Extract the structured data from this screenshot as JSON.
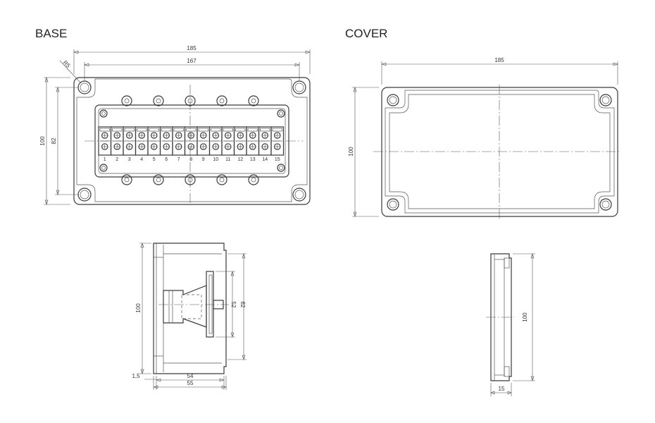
{
  "views": {
    "base": {
      "title": "BASE",
      "dims": {
        "overall_width": "185",
        "hole_spacing_width": "167",
        "overall_height": "100",
        "hole_spacing_height": "82",
        "corner_radius": "R5"
      },
      "terminals": [
        "1",
        "2",
        "3",
        "4",
        "5",
        "6",
        "7",
        "8",
        "9",
        "10",
        "11",
        "12",
        "13",
        "14",
        "15"
      ]
    },
    "cover": {
      "title": "COVER",
      "dims": {
        "overall_width": "185",
        "overall_height": "100"
      }
    },
    "base_side": {
      "dims": {
        "height": "100",
        "inner_52": "52",
        "inner_82": "82",
        "wall": "1,5",
        "depth_inner": "54",
        "depth_overall": "55"
      }
    },
    "cover_side": {
      "dims": {
        "height": "100",
        "depth": "15"
      }
    }
  }
}
